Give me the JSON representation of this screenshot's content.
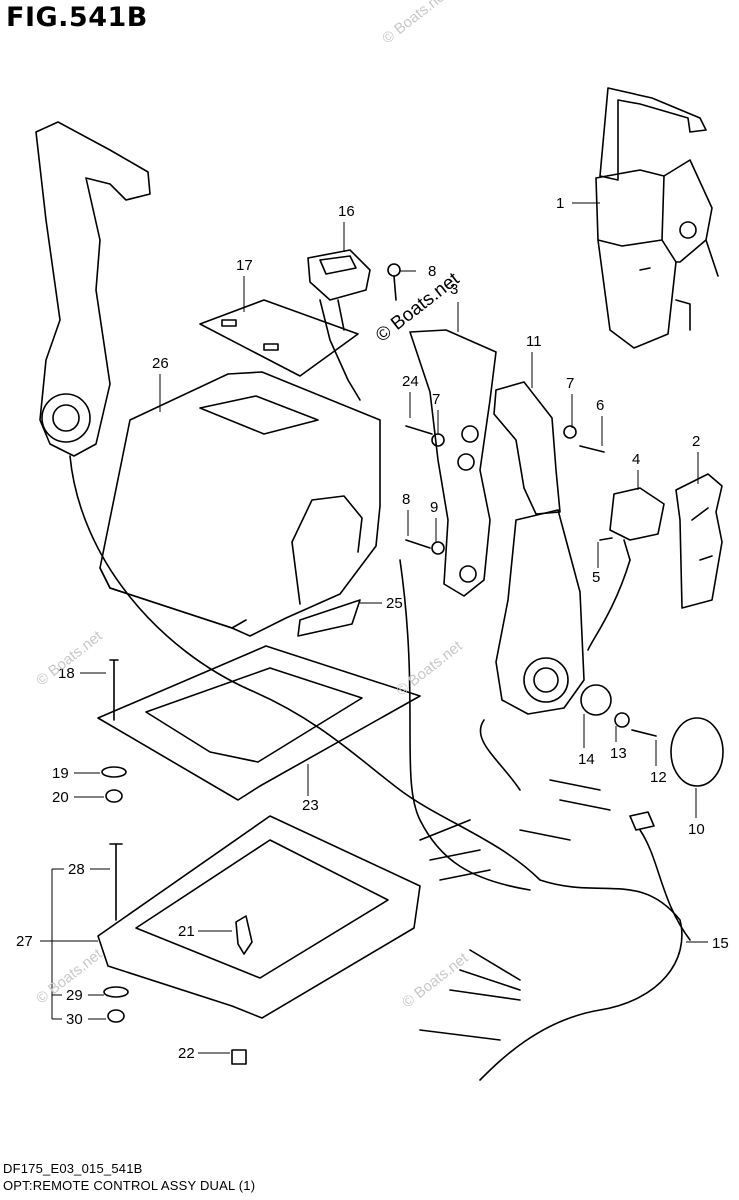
{
  "figure": {
    "title": "FIG.541B",
    "code": "DF175_E03_015_541B",
    "description": "OPT:REMOTE CONTROL ASSY DUAL (1)"
  },
  "watermark": {
    "main": "© Boats.net",
    "faint": "© Boats.net"
  },
  "callouts": [
    "1",
    "2",
    "3",
    "4",
    "5",
    "6",
    "7",
    "7",
    "8",
    "8",
    "9",
    "10",
    "11",
    "12",
    "13",
    "14",
    "15",
    "16",
    "17",
    "18",
    "19",
    "20",
    "21",
    "22",
    "23",
    "24",
    "25",
    "26",
    "27",
    "28",
    "29",
    "30"
  ]
}
